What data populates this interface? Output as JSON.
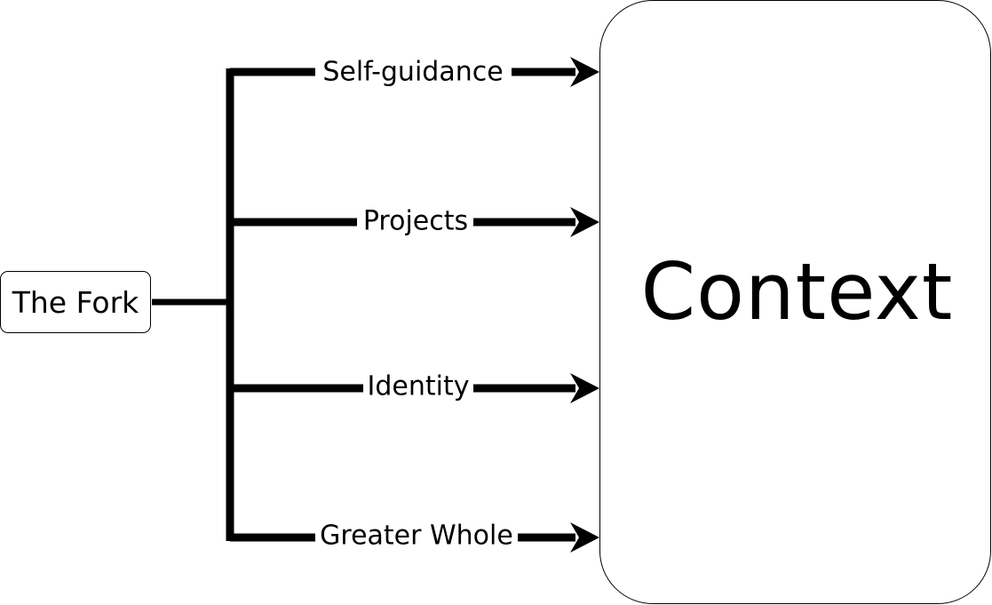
{
  "diagram": {
    "source": {
      "label": "The Fork"
    },
    "target": {
      "label": "Context"
    },
    "branches": [
      {
        "label": "Self-guidance"
      },
      {
        "label": "Projects"
      },
      {
        "label": "Identity"
      },
      {
        "label": "Greater Whole"
      }
    ]
  }
}
